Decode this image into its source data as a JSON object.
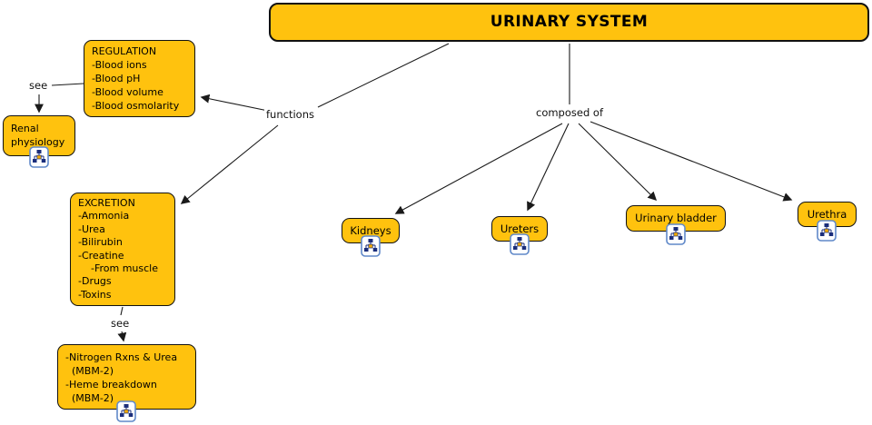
{
  "colors": {
    "node_fill": "#FFC20E",
    "node_border": "#111111",
    "connector": "#1A1A1A",
    "icon_border": "#6089C9",
    "icon_glyph_navy": "#1B2E7B",
    "icon_glyph_yellow": "#F2A900"
  },
  "nodes": {
    "title": {
      "label": "URINARY SYSTEM"
    },
    "regulation": {
      "lines": [
        "REGULATION",
        "-Blood ions",
        "-Blood pH",
        "-Blood volume",
        "-Blood osmolarity"
      ]
    },
    "renal_physiology": {
      "lines": [
        "Renal",
        "physiology"
      ],
      "icon": "linked-cmap-icon"
    },
    "excretion": {
      "lines": [
        "EXCRETION",
        "-Ammonia",
        "-Urea",
        "-Bilirubin",
        "-Creatine",
        "    -From muscle",
        "-Drugs",
        "-Toxins"
      ]
    },
    "nitrogen_urea": {
      "lines": [
        "-Nitrogen Rxns & Urea",
        "  (MBM-2)",
        "-Heme breakdown",
        "  (MBM-2)"
      ],
      "icon": "linked-cmap-icon"
    },
    "kidneys": {
      "label": "Kidneys",
      "icon": "linked-cmap-icon"
    },
    "ureters": {
      "label": "Ureters",
      "icon": "linked-cmap-icon"
    },
    "urinary_bladder": {
      "label": "Urinary bladder",
      "icon": "linked-cmap-icon"
    },
    "urethra": {
      "label": "Urethra",
      "icon": "linked-cmap-icon"
    }
  },
  "link_labels": {
    "functions": "functions",
    "composed_of": "composed of",
    "see_top": "see",
    "see_bottom": "see"
  }
}
